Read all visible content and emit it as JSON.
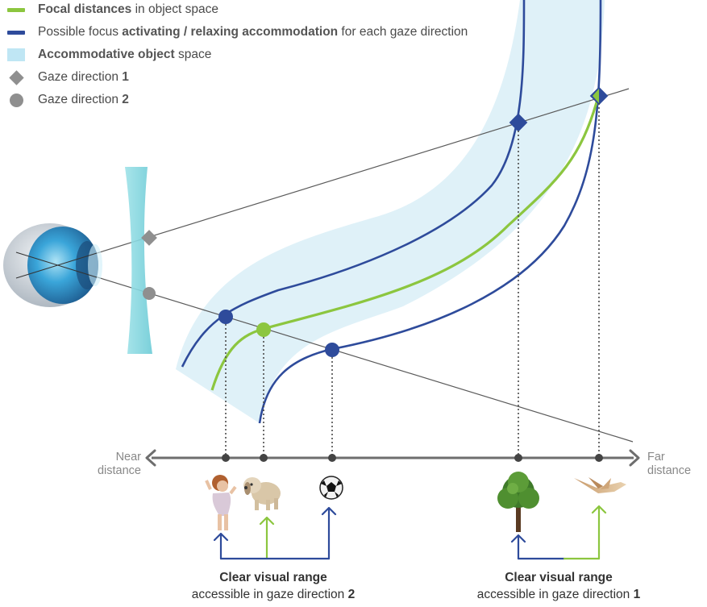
{
  "legend": [
    {
      "id": "focal",
      "parts": [
        {
          "text": "Focal distances",
          "bold": true
        },
        {
          "text": " in object space",
          "bold": false
        }
      ]
    },
    {
      "id": "possible",
      "parts": [
        {
          "text": "Possible focus ",
          "bold": false
        },
        {
          "text": "activating / relaxing accommodation",
          "bold": true
        },
        {
          "text": " for each gaze direction",
          "bold": false
        }
      ]
    },
    {
      "id": "space",
      "parts": [
        {
          "text": "Accommodative object",
          "bold": true
        },
        {
          "text": " space",
          "bold": false
        }
      ]
    },
    {
      "id": "gaze1",
      "parts": [
        {
          "text": "Gaze direction ",
          "bold": false
        },
        {
          "text": "1",
          "bold": true
        }
      ]
    },
    {
      "id": "gaze2",
      "parts": [
        {
          "text": "Gaze direction ",
          "bold": false
        },
        {
          "text": "2",
          "bold": true
        }
      ]
    }
  ],
  "axis": {
    "near": [
      "Near",
      "distance"
    ],
    "far": [
      "Far",
      "distance"
    ]
  },
  "captions": {
    "left": {
      "title": "Clear visual range",
      "line": "accessible in gaze direction ",
      "num": "2"
    },
    "right": {
      "title": "Clear visual range",
      "line": "accessible in gaze direction ",
      "num": "1"
    }
  },
  "icons": [
    "child-icon",
    "dog-icon",
    "soccer-ball-icon",
    "tree-icon",
    "bird-icon"
  ],
  "colors": {
    "focal_green": "#8cc63f",
    "blue": "#2e4b9b",
    "space_fill": "#dff1f8",
    "gray": "#8f8f8f",
    "axis": "#6e6e6e",
    "lens": "#7fd3dc"
  }
}
